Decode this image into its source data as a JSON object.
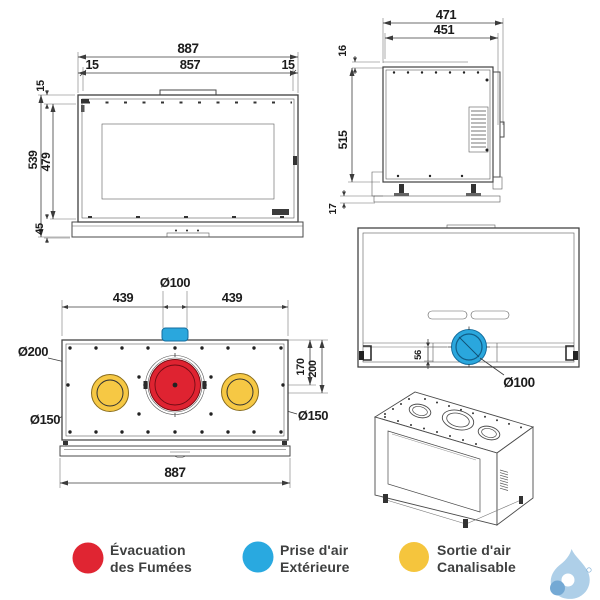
{
  "colors": {
    "red": "#df2331",
    "red_edge": "#7a0d14",
    "blue": "#2aa7dd",
    "blue_dark": "#146e9f",
    "yellow": "#f6c844",
    "yellow_edge": "#8a6d1d",
    "logo_blue": "#aecfe8",
    "logo_blue_dark": "#74a9d4"
  },
  "views": {
    "front": {
      "dims": {
        "overall_width": "887",
        "glass_width": "857",
        "left_margin": "15",
        "right_margin": "15",
        "top_margin": "15",
        "overall_height": "539",
        "glass_height": "479",
        "base_height": "45"
      }
    },
    "side": {
      "dims": {
        "overall_depth": "471",
        "body_depth": "451",
        "top_inset": "16",
        "body_height": "515",
        "base_height": "17"
      }
    },
    "top": {
      "dims": {
        "air_inlet_diameter": "Ø100",
        "left_offset": "439",
        "right_offset": "439",
        "flue_diameter": "Ø200",
        "left_duct_diameter": "Ø150",
        "right_duct_diameter": "Ø150",
        "duct_center_depth": "170",
        "flue_center_depth": "200",
        "overall_width": "887"
      }
    },
    "rear": {
      "dims": {
        "air_inlet_diameter": "Ø100",
        "inlet_center_height": "56"
      }
    }
  },
  "legend": {
    "items": [
      {
        "name": "flue-outlet",
        "color": "#e02532",
        "line1": "Évacuation",
        "line2": "des Fumées"
      },
      {
        "name": "outside-air-intake",
        "color": "#29a9e0",
        "line1": "Prise d'air",
        "line2": "Extérieure"
      },
      {
        "name": "ductable-air-outlet",
        "color": "#f5c53d",
        "line1": "Sortie d'air",
        "line2": "Canalisable"
      }
    ]
  }
}
